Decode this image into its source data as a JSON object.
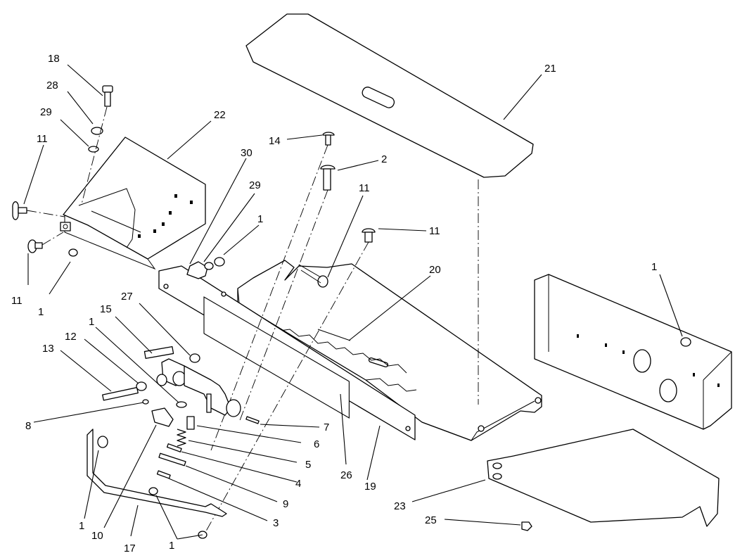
{
  "diagram": {
    "callouts": [
      {
        "id": "c18",
        "label": "18"
      },
      {
        "id": "c28",
        "label": "28"
      },
      {
        "id": "c29a",
        "label": "29"
      },
      {
        "id": "c11a",
        "label": "11"
      },
      {
        "id": "c11b",
        "label": "11"
      },
      {
        "id": "c1a",
        "label": "1"
      },
      {
        "id": "c22",
        "label": "22"
      },
      {
        "id": "c30",
        "label": "30"
      },
      {
        "id": "c29b",
        "label": "29"
      },
      {
        "id": "c1b",
        "label": "1"
      },
      {
        "id": "c14",
        "label": "14"
      },
      {
        "id": "c2",
        "label": "2"
      },
      {
        "id": "c21",
        "label": "21"
      },
      {
        "id": "c11c",
        "label": "11"
      },
      {
        "id": "c11d",
        "label": "11"
      },
      {
        "id": "c20",
        "label": "20"
      },
      {
        "id": "c1c",
        "label": "1"
      },
      {
        "id": "c27",
        "label": "27"
      },
      {
        "id": "c15",
        "label": "15"
      },
      {
        "id": "c1d",
        "label": "1"
      },
      {
        "id": "c12",
        "label": "12"
      },
      {
        "id": "c13",
        "label": "13"
      },
      {
        "id": "c8",
        "label": "8"
      },
      {
        "id": "c7",
        "label": "7"
      },
      {
        "id": "c6",
        "label": "6"
      },
      {
        "id": "c5",
        "label": "5"
      },
      {
        "id": "c4",
        "label": "4"
      },
      {
        "id": "c9",
        "label": "9"
      },
      {
        "id": "c3",
        "label": "3"
      },
      {
        "id": "c26",
        "label": "26"
      },
      {
        "id": "c19",
        "label": "19"
      },
      {
        "id": "c23",
        "label": "23"
      },
      {
        "id": "c25",
        "label": "25"
      },
      {
        "id": "c1e",
        "label": "1"
      },
      {
        "id": "c10",
        "label": "10"
      },
      {
        "id": "c17",
        "label": "17"
      },
      {
        "id": "c1f",
        "label": "1"
      }
    ]
  }
}
